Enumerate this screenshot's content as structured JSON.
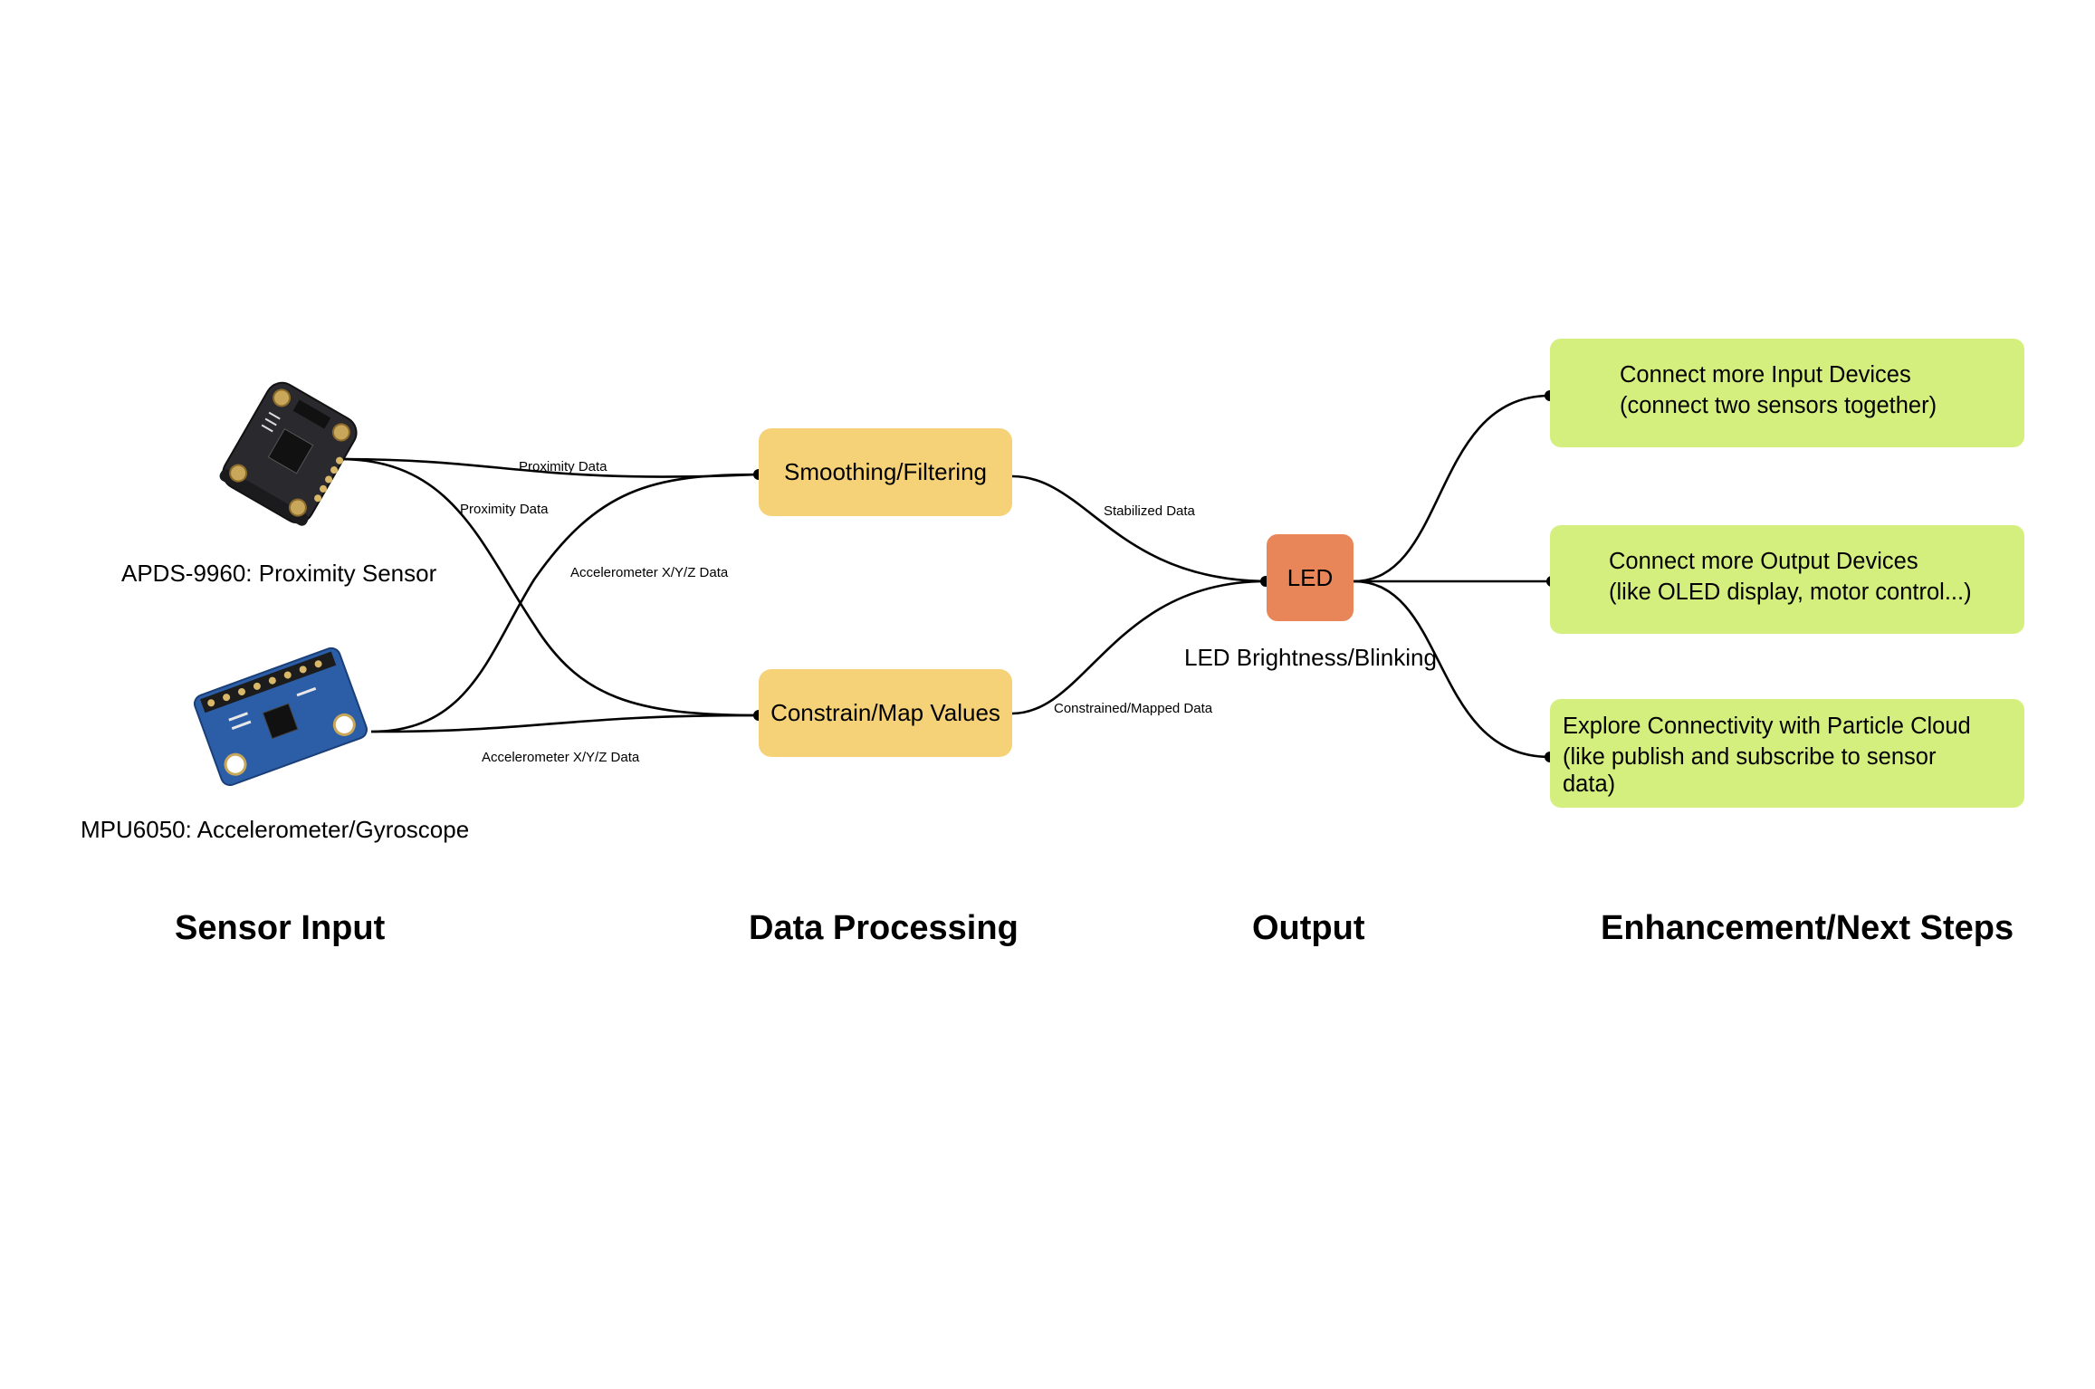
{
  "sensors": {
    "apds": {
      "label": "APDS-9960: Proximity Sensor",
      "icon": "apds9960-board-icon",
      "board_color": "#2a2a2e"
    },
    "mpu": {
      "label": "MPU6050: Accelerometer/Gyroscope",
      "icon": "mpu6050-board-icon",
      "board_color": "#2b5ea7"
    }
  },
  "processing": {
    "smoothing": "Smoothing/Filtering",
    "constrain": "Constrain/Map Values"
  },
  "output": {
    "led": "LED",
    "caption": "LED Brightness/Blinking"
  },
  "enhancements": [
    {
      "line1": "Connect more Input Devices",
      "line2": "(connect two sensors together)"
    },
    {
      "line1": "Connect more Output Devices",
      "line2": "(like OLED display, motor control...)"
    },
    {
      "line1": "Explore Connectivity with Particle Cloud",
      "line2": "(like publish and subscribe to sensor",
      "line3": "data)"
    }
  ],
  "edge_labels": {
    "apds_to_smoothing": "Proximity Data",
    "apds_to_constrain": "Proximity Data",
    "mpu_to_smoothing": "Accelerometer X/Y/Z Data",
    "mpu_to_constrain": "Accelerometer X/Y/Z Data",
    "smoothing_to_led": "Stabilized Data",
    "constrain_to_led": "Constrained/Mapped Data"
  },
  "sections": {
    "sensor_input": "Sensor Input",
    "data_processing": "Data Processing",
    "output": "Output",
    "enhancement": "Enhancement/Next Steps"
  },
  "colors": {
    "processing": "#f5d278",
    "output": "#e8865a",
    "enhancement": "#d5ef7e",
    "edge": "#000000"
  }
}
